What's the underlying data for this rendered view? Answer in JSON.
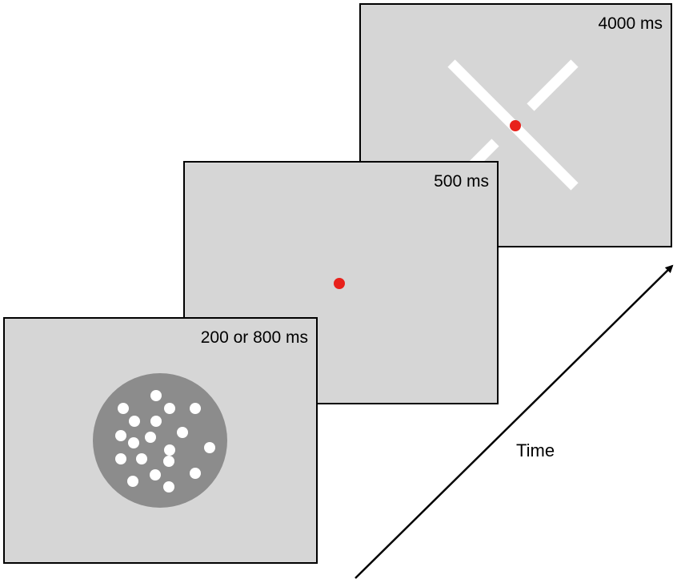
{
  "panels": {
    "stimulus": {
      "duration": "200 or 800 ms",
      "dot_count": 19
    },
    "fixation": {
      "duration": "500 ms"
    },
    "response": {
      "duration": "4000 ms"
    }
  },
  "time_label": "Time",
  "colors": {
    "panel_background": "#d6d6d6",
    "aperture": "#8c8c8c",
    "dots": "#ffffff",
    "fixation": "#e8211b",
    "cross": "#ffffff"
  }
}
